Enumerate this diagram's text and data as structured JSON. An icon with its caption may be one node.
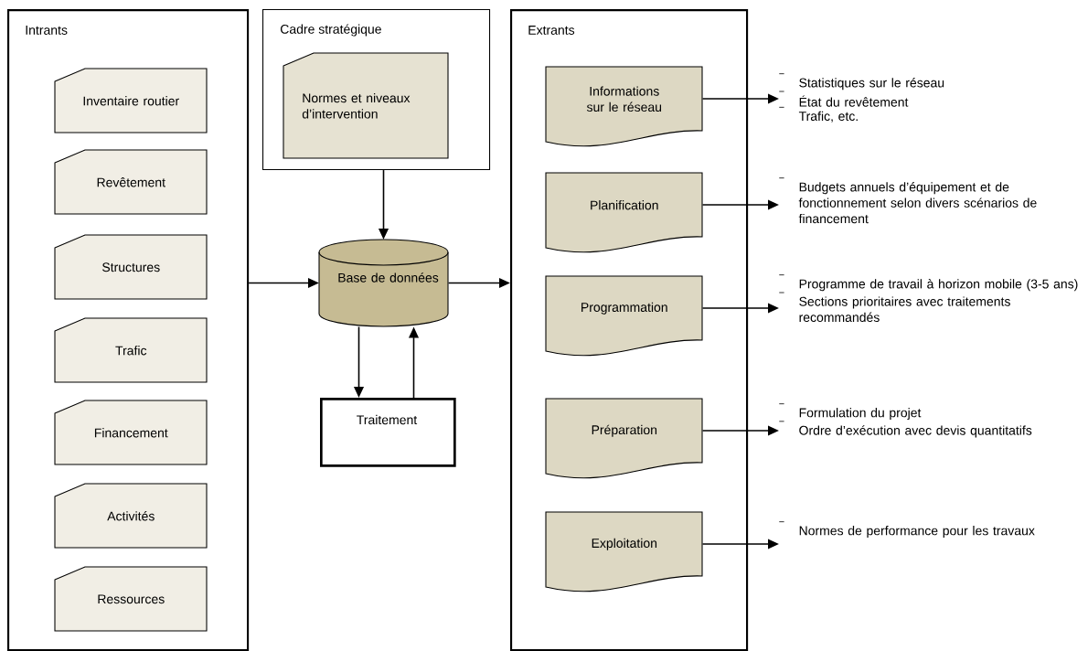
{
  "diagram": {
    "nodes": [
      {
        "text": [
          "Intrants"
        ]
      },
      {
        "text": [
          "Inventaire routier"
        ],
        "in": 0
      },
      {
        "text": [
          "Revêtement"
        ],
        "in": 0
      },
      {
        "text": [
          "Structures"
        ],
        "in": 0
      },
      {
        "text": [
          "Trafic"
        ],
        "in": 0
      },
      {
        "text": [
          "Financement"
        ],
        "in": 0
      },
      {
        "text": [
          "Activités"
        ],
        "in": 0
      },
      {
        "text": [
          "Ressources"
        ],
        "in": 0
      },
      {
        "text": [
          "Cadre stratégique"
        ]
      },
      {
        "text": [
          "Normes et niveaux d’intervention"
        ],
        "in": 8
      },
      {
        "text": [
          "Base de données"
        ]
      },
      {
        "text": [
          "Traitement"
        ]
      },
      {
        "text": [
          "Extrants"
        ]
      },
      {
        "text": [
          "Informations sur le réseau"
        ],
        "in": 12
      },
      {
        "text": [
          "Planification"
        ],
        "in": 12
      },
      {
        "text": [
          "Programmation"
        ],
        "in": 12
      },
      {
        "text": [
          "Préparation"
        ],
        "in": 12
      },
      {
        "text": [
          "Exploitation"
        ],
        "in": 12
      },
      {
        "text": [
          "Statistiques sur le réseau",
          "État du revêtement",
          "Trafic, etc."
        ]
      },
      {
        "text": [
          "Budgets annuels d’équipement et de fonctionnement selon divers scénarios de financement"
        ]
      },
      {
        "text": [
          "Programme de travail à horizon mobile (3-5 ans)",
          "Sections prioritaires avec traitements recommandés"
        ]
      },
      {
        "text": [
          "Formulation du projet",
          "Ordre d’exécution avec devis quantitatifs"
        ]
      },
      {
        "text": [
          "Normes de performance pour les travaux"
        ]
      }
    ],
    "edges": [
      {
        "from": 0,
        "to": 10,
        "arrow": "to"
      },
      {
        "from": 8,
        "to": 10,
        "arrow": "to"
      },
      {
        "from": 10,
        "to": 12,
        "arrow": "to"
      },
      {
        "from": 10,
        "to": 11,
        "arrow": "to"
      },
      {
        "from": 11,
        "to": 10,
        "arrow": "to"
      },
      {
        "from": 13,
        "to": 18,
        "arrow": "to"
      },
      {
        "from": 14,
        "to": 19,
        "arrow": "to"
      },
      {
        "from": 15,
        "to": 20,
        "arrow": "to"
      },
      {
        "from": 16,
        "to": 21,
        "arrow": "to"
      },
      {
        "from": 17,
        "to": 22,
        "arrow": "to"
      }
    ]
  }
}
